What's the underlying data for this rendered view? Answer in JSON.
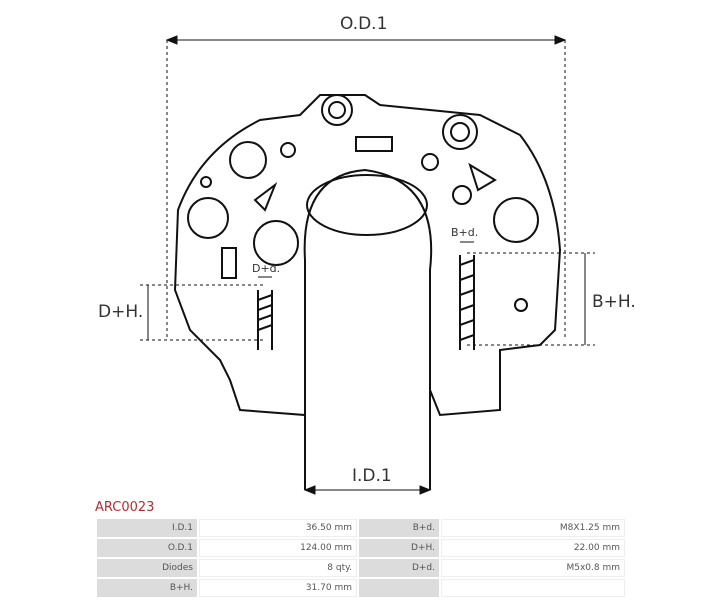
{
  "diagram": {
    "od": "O.D.1",
    "id": "I.D.1",
    "dh": "D+H.",
    "bh": "B+H.",
    "bd": "B+d.",
    "dd": "D+d."
  },
  "product_code": "ARC0023",
  "specs": [
    {
      "k1": "I.D.1",
      "v1": "36.50 mm",
      "k2": "B+d.",
      "v2": "M8X1.25 mm"
    },
    {
      "k1": "O.D.1",
      "v1": "124.00 mm",
      "k2": "D+H.",
      "v2": "22.00 mm"
    },
    {
      "k1": "Diodes",
      "v1": "8 qty.",
      "k2": "D+d.",
      "v2": "M5x0.8 mm"
    },
    {
      "k1": "B+H.",
      "v1": "31.70 mm",
      "k2": "",
      "v2": ""
    }
  ]
}
